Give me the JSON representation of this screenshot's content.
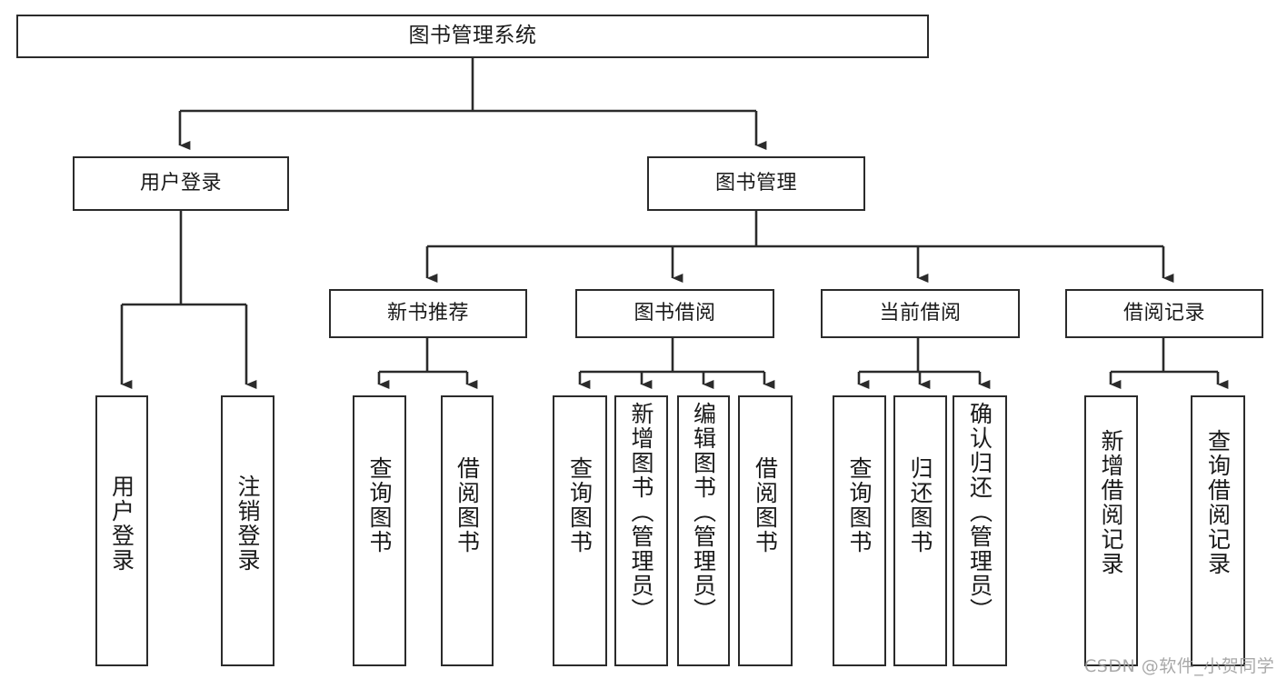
{
  "diagram": {
    "title": "图书管理系统",
    "type": "tree-hierarchy-flowchart",
    "colors": {
      "box_border": "#2b2b2b",
      "box_fill": "#ffffff",
      "edge": "#2b2b2b",
      "background": "#ffffff",
      "watermark": "#9a9a9a"
    },
    "nodes": {
      "root": {
        "label": "图书管理系统"
      },
      "level2": [
        {
          "label": "用户登录"
        },
        {
          "label": "图书管理"
        }
      ],
      "level3": [
        {
          "label": "新书推荐"
        },
        {
          "label": "图书借阅"
        },
        {
          "label": "当前借阅"
        },
        {
          "label": "借阅记录"
        }
      ],
      "leaves": {
        "user_login": [
          {
            "label": "用户登录"
          },
          {
            "label": "注销登录"
          }
        ],
        "new_book_recommend": [
          {
            "label": "查询图书"
          },
          {
            "label": "借阅图书"
          }
        ],
        "book_borrow": [
          {
            "label": "查询图书"
          },
          {
            "label": "新增图书（管理员）"
          },
          {
            "label": "编辑图书（管理员）"
          },
          {
            "label": "借阅图书"
          }
        ],
        "current_borrow": [
          {
            "label": "查询图书"
          },
          {
            "label": "归还图书"
          },
          {
            "label": "确认归还（管理员）"
          }
        ],
        "borrow_record": [
          {
            "label": "新增借阅记录"
          },
          {
            "label": "查询借阅记录"
          }
        ]
      }
    },
    "watermark": "CSDN @软件_小贺同学"
  }
}
